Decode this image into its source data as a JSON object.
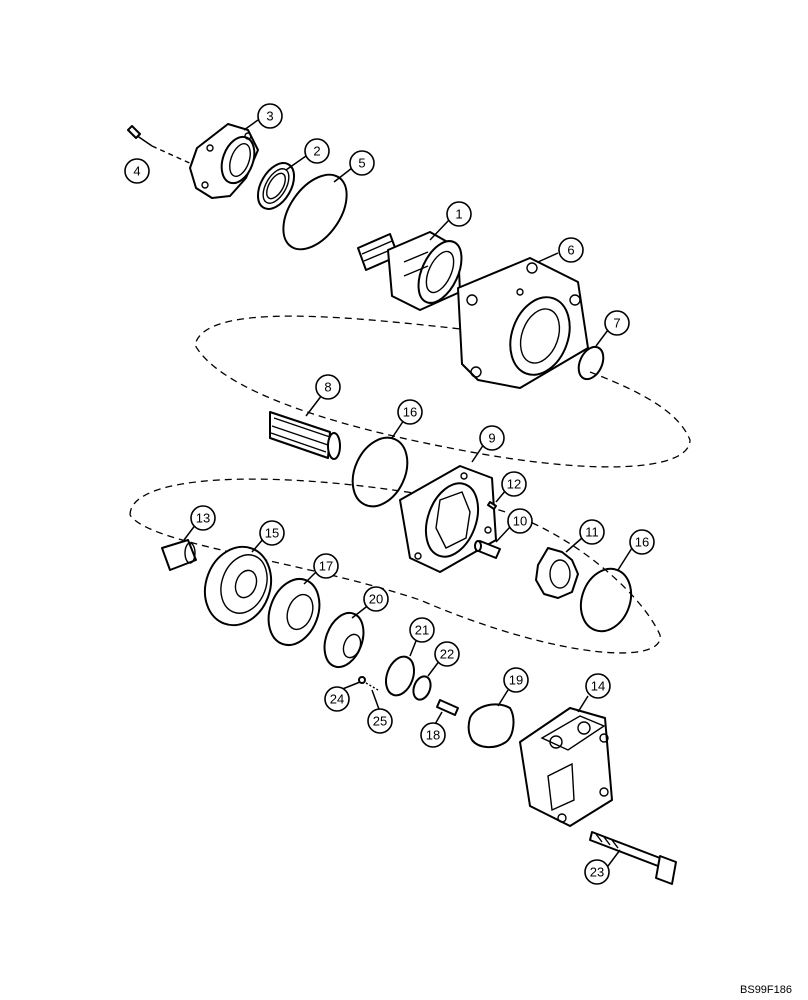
{
  "figure_code": "BS99F186",
  "callouts": [
    {
      "id": "c1",
      "number": "1"
    },
    {
      "id": "c2",
      "number": "2"
    },
    {
      "id": "c3",
      "number": "3"
    },
    {
      "id": "c4",
      "number": "4"
    },
    {
      "id": "c5",
      "number": "5"
    },
    {
      "id": "c6",
      "number": "6"
    },
    {
      "id": "c7",
      "number": "7"
    },
    {
      "id": "c8",
      "number": "8"
    },
    {
      "id": "c9",
      "number": "9"
    },
    {
      "id": "c10",
      "number": "10"
    },
    {
      "id": "c11",
      "number": "11"
    },
    {
      "id": "c12",
      "number": "12"
    },
    {
      "id": "c13",
      "number": "13"
    },
    {
      "id": "c14",
      "number": "14"
    },
    {
      "id": "c15",
      "number": "15"
    },
    {
      "id": "c16a",
      "number": "16"
    },
    {
      "id": "c16b",
      "number": "16"
    },
    {
      "id": "c17",
      "number": "17"
    },
    {
      "id": "c18",
      "number": "18"
    },
    {
      "id": "c19",
      "number": "19"
    },
    {
      "id": "c20",
      "number": "20"
    },
    {
      "id": "c21",
      "number": "21"
    },
    {
      "id": "c22",
      "number": "22"
    },
    {
      "id": "c23",
      "number": "23"
    },
    {
      "id": "c24",
      "number": "24"
    },
    {
      "id": "c25",
      "number": "25"
    }
  ]
}
